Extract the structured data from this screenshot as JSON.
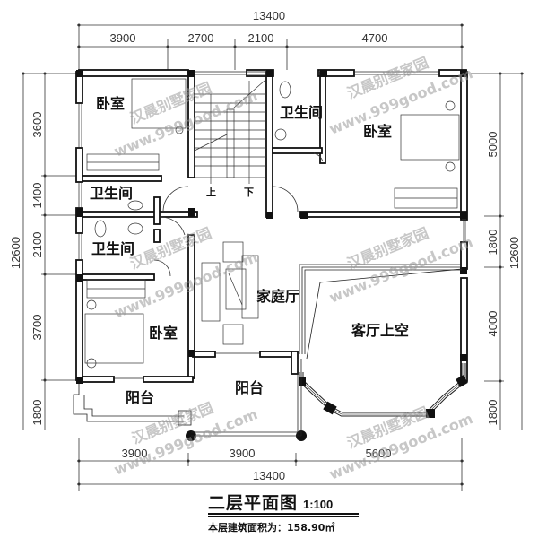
{
  "drawing": {
    "title": "二层平面图",
    "scale": "1:100",
    "area_note": "本层建筑面积为：158.90㎡",
    "watermark_cn": "汉晨别墅家园",
    "watermark_url": "www.999good.com"
  },
  "dimensions": {
    "top_total": "13400",
    "top_segments": [
      "3900",
      "2700",
      "2100",
      "4700"
    ],
    "bottom_total": "13400",
    "bottom_segments": [
      "3900",
      "3900",
      "5600"
    ],
    "left_total": "12600",
    "left_segments": [
      "3600",
      "1400",
      "2100",
      "3700",
      "1800"
    ],
    "right_total": "12600",
    "right_segments": [
      "5000",
      "1800",
      "4000",
      "1800"
    ]
  },
  "rooms": {
    "bedroom_nw": "卧室",
    "bath_top_center": "卫生间",
    "bedroom_ne": "卧室",
    "bath_left_1": "卫生间",
    "bath_left_2": "卫生间",
    "bedroom_sw": "卧室",
    "family_hall": "家庭厅",
    "living_void": "客厅上空",
    "balcony_left": "阳台",
    "balcony_center": "阳台"
  },
  "stairs": {
    "up_label": "上",
    "down_label": "下"
  }
}
